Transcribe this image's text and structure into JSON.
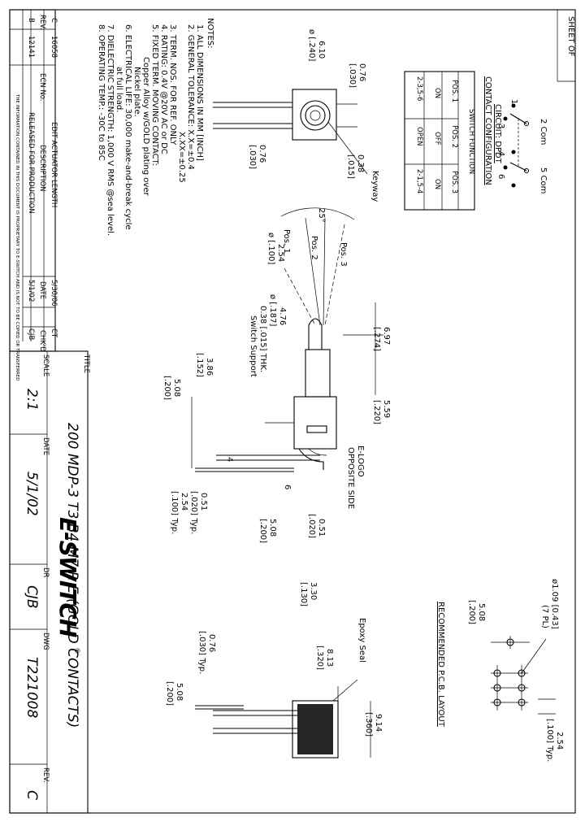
{
  "sheet_label": "SHEET OF",
  "title_block": {
    "title_label": "TITLE",
    "title": "200 MDP-3 T3 B4 M7 R E (GOLD CONTACTS)",
    "scale_label": "SCALE",
    "scale": "2:1",
    "date_label": "DATE",
    "date": "5/1/02",
    "dr_label": "DR",
    "dr": "CJB",
    "dwg_label": "DWG",
    "dwg": "T221008",
    "rev_label": "REV.",
    "rev": "C",
    "logo": "E-SWITCH"
  },
  "revisions": {
    "headers": [
      "REV.",
      "ECN No.",
      "DESCRIPTION",
      "DATE",
      "CHK'D"
    ],
    "rows": [
      [
        "C",
        "16058",
        "EDIT ACTUATOR LENGTH",
        "5/30/06",
        "CT"
      ],
      [
        "B",
        "12141",
        "RELEASED FOR PRODUCTION",
        "5/1/02",
        "CJB"
      ]
    ],
    "confidential": "THE INFORMATION CONTAINED IN THIS DOCUMENT IS PROPRIETARY TO E-SWITCH AND IS NOT TO BE COPIED OR TRANSFERRED"
  },
  "notes": {
    "heading": "NOTES:",
    "lines": [
      "1. ALL DIMENSIONS IN MM [INCH]",
      "2. GENERAL TOLERANCE: X.X=±0.4",
      "X.XX=±0.25",
      "3. TERM. NOS. FOR REF. ONLY",
      "4. RATING: 0.4V @20V AC or DC",
      "5. FIXED TERM. MOVING CONTACT:",
      "Copper Alloy w/GOLD plating over",
      "Nickel plate.",
      "6. ELECTRICAL LIFE: 30,000 make-and-break cycle",
      "at full load.",
      "7. DIELECTRIC STRENGTH: 1,000 V RMS @sea level.",
      "8. OPERATING TEMP.: -30C to 85C"
    ]
  },
  "circuit": {
    "title": "CIRCUIT: DPDT",
    "subtitle": "CONTACT CONFIGURATION",
    "table_title": "SWITCH FUNCTION",
    "headers": [
      "POS. 1",
      "POS. 2",
      "POS. 3"
    ],
    "values": [
      "ON",
      "OFF",
      "ON"
    ],
    "connections": [
      "2-3,5-6",
      "OPEN",
      "2-1,5-4"
    ],
    "labels": {
      "com2": "2 Com",
      "com5": "5 Com",
      "p1": "1",
      "p3": "3",
      "p4": "4",
      "p6": "6"
    }
  },
  "top_view": {
    "dims": [
      "0.76",
      "[.030]",
      "6.10",
      "ø [.240]",
      "0.76",
      "[.030]",
      "0.38",
      "[.015]"
    ],
    "keyway": "Keyway"
  },
  "side_view": {
    "angle": "25°",
    "positions": [
      "Pos. 1",
      "Pos. 2",
      "Pos. 3"
    ],
    "dims": [
      "2.54",
      "ø [.100]",
      "4.76",
      "ø [.187]",
      "6.97",
      "[.274]",
      "0.38 [.015] THK.",
      "Switch Support",
      "3.86",
      "[.152]",
      "5.08",
      "[.200]",
      "5.59",
      "[.220]",
      "0.51",
      "[.020] Typ.",
      "2.54",
      "[.100] Typ.",
      "0.51",
      "[.020]",
      "5.08",
      "[.200]",
      "3.30",
      "[.130]"
    ],
    "elogo": "E-LOGO",
    "opposite": "OPPOSITE SIDE",
    "term_labels": [
      "6",
      "4"
    ]
  },
  "end_view": {
    "epoxy": "Epoxy Seal",
    "dims": [
      "8.13",
      "[.320]",
      "9.14",
      "[.360]",
      "0.76",
      "[.030] Typ.",
      "5.08",
      "[.200]"
    ]
  },
  "pcb": {
    "title": "RECOMMENDED P.C.B. LAYOUT",
    "dims": [
      "ø1.09 [0.43]",
      "(7 PL)",
      "5.08",
      "[.200]",
      "2.54",
      "[.100] Typ."
    ]
  }
}
